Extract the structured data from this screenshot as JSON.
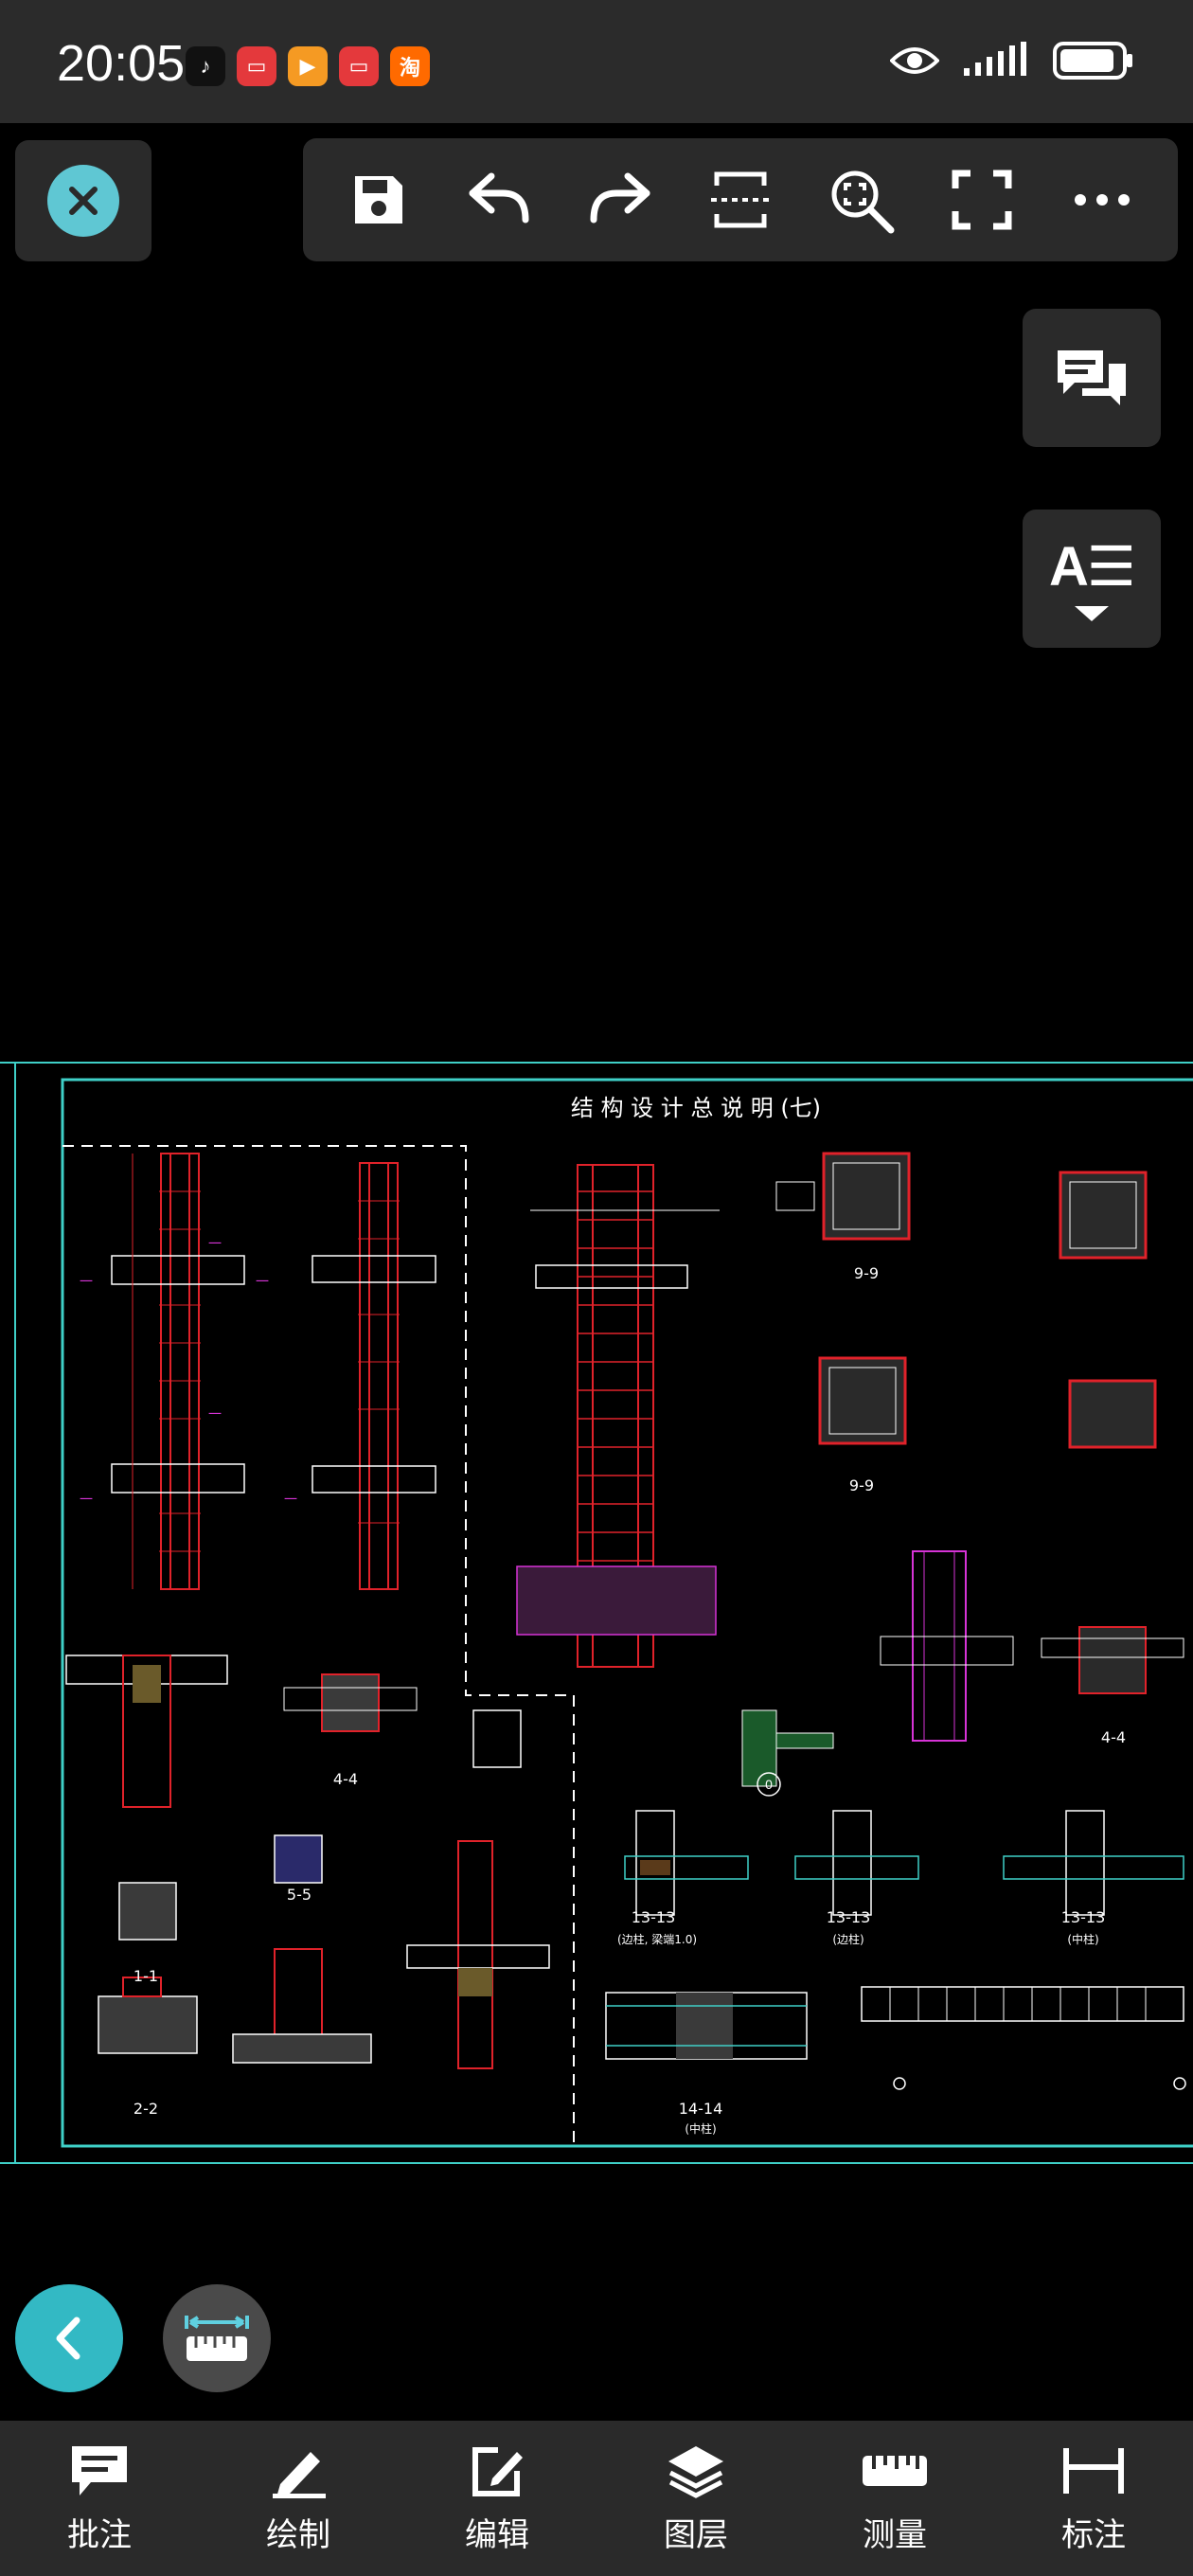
{
  "status_bar": {
    "time": "20:05",
    "app_icons": [
      {
        "name": "tiktok",
        "glyph": "♪",
        "color": "#111111"
      },
      {
        "name": "red-app-1",
        "glyph": "▭",
        "color": "#e4393c"
      },
      {
        "name": "video-app",
        "glyph": "▶",
        "color": "#f59a23"
      },
      {
        "name": "red-app-2",
        "glyph": "▭",
        "color": "#e4393c"
      },
      {
        "name": "taobao",
        "glyph": "淘",
        "color": "#ff6a00"
      }
    ],
    "icons": [
      "eye-icon",
      "signal-icon",
      "battery-icon"
    ]
  },
  "toolbar": {
    "buttons": [
      "save-icon",
      "undo-icon",
      "redo-icon",
      "crop-view-icon",
      "zoom-extents-icon",
      "fullscreen-icon",
      "more-icon"
    ]
  },
  "side_buttons": {
    "comments_icon": "comments-icon",
    "text_label": "A☰"
  },
  "drawing": {
    "title": "结 构 设 计 总 说 明 (七)",
    "labels": [
      {
        "id": "s99a",
        "text": "9-9"
      },
      {
        "id": "s99b",
        "text": "9-9"
      },
      {
        "id": "s44a",
        "text": "4-4"
      },
      {
        "id": "s44b",
        "text": "4-4"
      },
      {
        "id": "s55",
        "text": "5-5"
      },
      {
        "id": "s11",
        "text": "1-1"
      },
      {
        "id": "s22",
        "text": "2-2"
      },
      {
        "id": "s1313a",
        "text": "13-13"
      },
      {
        "id": "s1313b",
        "text": "13-13"
      },
      {
        "id": "s1313c",
        "text": "13-13"
      },
      {
        "id": "s1414",
        "text": "14-14"
      },
      {
        "id": "sub1",
        "text": "(边柱, 梁端1.0)"
      },
      {
        "id": "sub2",
        "text": "(边柱)"
      },
      {
        "id": "sub3",
        "text": "(中柱)"
      },
      {
        "id": "sub4",
        "text": "(中柱)"
      },
      {
        "id": "circ",
        "text": "0"
      }
    ]
  },
  "fabs": {
    "back_icon": "chevron-left-icon",
    "ruler_icon": "ruler-icon"
  },
  "bottom_nav": {
    "items": [
      {
        "label": "批注",
        "icon": "annotate-icon"
      },
      {
        "label": "绘制",
        "icon": "pencil-icon"
      },
      {
        "label": "编辑",
        "icon": "edit-icon"
      },
      {
        "label": "图层",
        "icon": "layers-icon"
      },
      {
        "label": "测量",
        "icon": "measure-icon"
      },
      {
        "label": "标注",
        "icon": "dimension-icon"
      }
    ]
  },
  "colors": {
    "accent": "#33b9c4",
    "panel": "#2a2a2a",
    "frame": "#3fd0c8",
    "rebar": "#e0222a",
    "magenta": "#d633d6"
  }
}
